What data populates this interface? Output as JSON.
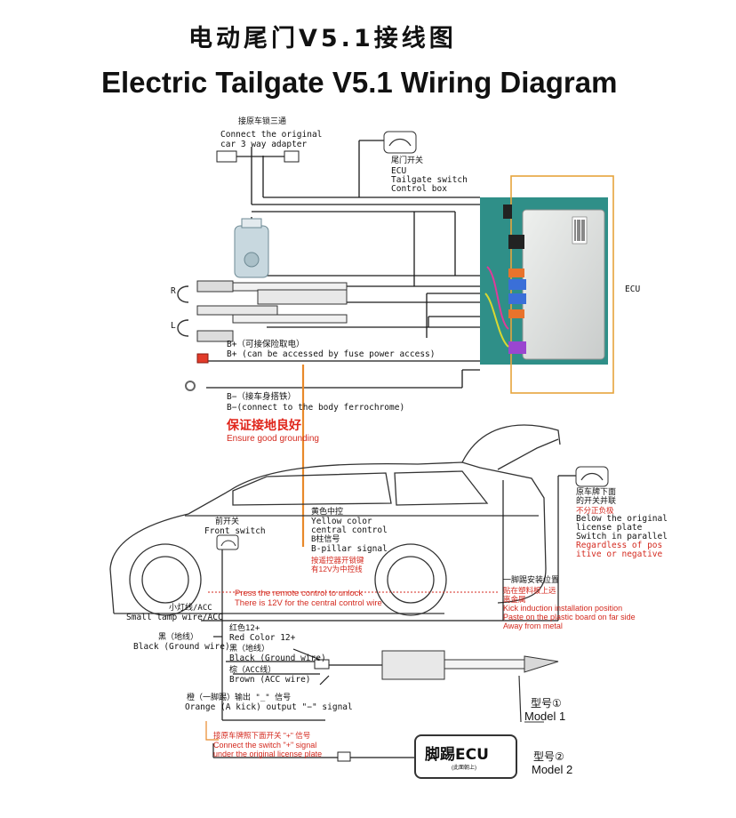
{
  "title": {
    "chinese": "电动尾门V5.1接线图",
    "english": "Electric Tailgate V5.1 Wiring Diagram"
  },
  "labels": {
    "adapter_cn": "接原车锁三通",
    "adapter_en1": "Connect the original",
    "adapter_en2": "car 3 way adapter",
    "switch_box_cn": "尾门开关",
    "switch_box_l1": "ECU",
    "switch_box_l2": "Tailgate switch",
    "switch_box_l3": "Control box",
    "ecu": "ECU",
    "strut_r": "R",
    "strut_l": "L",
    "bplus_cn": "B+（可接保险取电）",
    "bplus_en": "B+ (can be accessed by fuse power access)",
    "bminus_cn": "B−（接车身搭铁）",
    "bminus_en": "B−(connect to the body ferrochrome)",
    "ground_cn": "保证接地良好",
    "ground_en": "Ensure good grounding",
    "central_cn": "黄色中控",
    "central_en1": "Yellow color",
    "central_en2": "central control",
    "bpillar_cn": "B柱信号",
    "bpillar_en": "B-pillar signal",
    "remote_cn1": "按遥控器开锁键",
    "remote_cn2": "有12V为中控线",
    "front_switch_cn": "前开关",
    "front_switch_en": "Front switch",
    "license_cn1": "原车牌下面",
    "license_cn2": "的开关并联",
    "license_cn3": "不分正负极",
    "license_en1": "Below the original",
    "license_en2": "license plate",
    "license_en3": "Switch in parallel",
    "license_en4": "Regardless of pos",
    "license_en5": "itive or negative",
    "kick_cn1": "一脚踢安装位置",
    "kick_cn2": "贴在塑料板上远",
    "kick_cn3": "离金属",
    "kick_en1": "Kick induction installation position",
    "kick_en2": "Paste on the plastic board on far side",
    "kick_en3": "Away from metal",
    "press_en1": "Press the remote control to unlock",
    "press_en2": "There is 12V for the central control wire",
    "small_lamp_cn": "小灯线/ACC",
    "small_lamp_en": "Small lamp wire/ACC",
    "black_ground_cn": "黑（地线）",
    "black_ground_en": "Black (Ground wire)",
    "red12_cn": "红色12+",
    "red12_en": "Red Color 12+",
    "black2_cn": "黑（地线）",
    "black2_en": "Black (Ground wire)",
    "brown_cn": "棕（ACC线）",
    "brown_en": "Brown (ACC wire)",
    "orange_cn": "橙（一脚踢）输出 \"_\" 信号",
    "orange_en": "Orange (A kick) output \"−\" signal",
    "model1_cn": "型号①",
    "model1_en": "Model 1",
    "model2_cn": "型号②",
    "model2_en": "Model 2",
    "plate_cn": "接原车牌照下面开关 \"+\" 信号",
    "plate_en1": "Connect the switch \"+\" signal",
    "plate_en2": "under the original license plate",
    "kick_ecu": "脚踢ECU",
    "kick_ecu_sub": "(此面朝上)"
  },
  "colors": {
    "wire": "#1a1a1a",
    "ground_wire": "#e8892a",
    "accent_red": "#e0251b",
    "ecu_bg": "#2f8f88",
    "ecu_border": "#e6a43c"
  },
  "icons": {
    "tailgate_switch": "car-rear-icon",
    "license_switch": "car-rear-icon",
    "front_switch": "car-rear-icon"
  }
}
